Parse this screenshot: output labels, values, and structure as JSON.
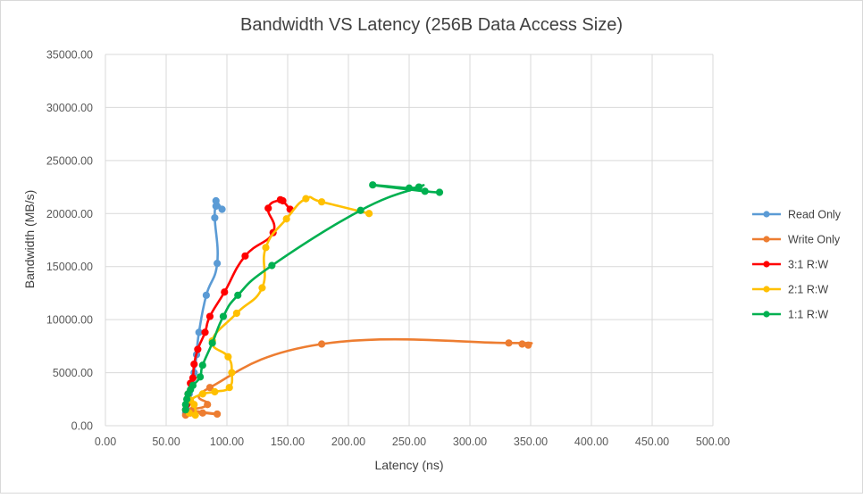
{
  "chart_data": {
    "type": "scatter",
    "title": "Bandwidth VS Latency (256B Data Access Size)",
    "xlabel": "Latency (ns)",
    "ylabel": "Bandwidth (MB/s)",
    "xlim": [
      0,
      500
    ],
    "ylim": [
      0,
      35000
    ],
    "x_ticks": [
      "0.00",
      "50.00",
      "100.00",
      "150.00",
      "200.00",
      "250.00",
      "300.00",
      "350.00",
      "400.00",
      "450.00",
      "500.00"
    ],
    "y_ticks": [
      "0.00",
      "5000.00",
      "10000.00",
      "15000.00",
      "20000.00",
      "25000.00",
      "30000.00",
      "35000.00"
    ],
    "grid": true,
    "legend_position": "right",
    "series": [
      {
        "name": "Read Only",
        "color": "#5B9BD5",
        "points": [
          [
            66,
            1200
          ],
          [
            67,
            1500
          ],
          [
            68,
            2200
          ],
          [
            69,
            3000
          ],
          [
            71,
            4000
          ],
          [
            73,
            5000
          ],
          [
            75,
            6700
          ],
          [
            77,
            8800
          ],
          [
            83,
            12300
          ],
          [
            92,
            15300
          ],
          [
            90,
            19600
          ],
          [
            91,
            20700
          ],
          [
            91,
            21200
          ],
          [
            96,
            20400
          ]
        ]
      },
      {
        "name": "Write Only",
        "color": "#ED7D31",
        "points": [
          [
            66,
            1000
          ],
          [
            70,
            1200
          ],
          [
            80,
            1200
          ],
          [
            92,
            1100
          ],
          [
            72,
            1500
          ],
          [
            84,
            2000
          ],
          [
            86,
            3600
          ],
          [
            178,
            7700
          ],
          [
            332,
            7800
          ],
          [
            343,
            7700
          ],
          [
            348,
            7600
          ]
        ]
      },
      {
        "name": "3:1 R:W",
        "color": "#FF0000",
        "points": [
          [
            66,
            1500
          ],
          [
            67,
            2000
          ],
          [
            68,
            2500
          ],
          [
            68,
            3000
          ],
          [
            70,
            4000
          ],
          [
            72,
            4500
          ],
          [
            73,
            5800
          ],
          [
            76,
            7200
          ],
          [
            82,
            8800
          ],
          [
            86,
            10300
          ],
          [
            98,
            12600
          ],
          [
            115,
            16000
          ],
          [
            138,
            18200
          ],
          [
            134,
            20500
          ],
          [
            144,
            21300
          ],
          [
            146,
            21200
          ],
          [
            152,
            20400
          ]
        ]
      },
      {
        "name": "2:1 R:W",
        "color": "#FFC000",
        "points": [
          [
            69,
            1200
          ],
          [
            74,
            1000
          ],
          [
            73,
            2000
          ],
          [
            70,
            2400
          ],
          [
            80,
            3000
          ],
          [
            90,
            3200
          ],
          [
            102,
            3600
          ],
          [
            104,
            5000
          ],
          [
            101,
            6500
          ],
          [
            88,
            8000
          ],
          [
            108,
            10600
          ],
          [
            129,
            13000
          ],
          [
            132,
            16800
          ],
          [
            149,
            19500
          ],
          [
            165,
            21400
          ],
          [
            178,
            21100
          ],
          [
            217,
            20000
          ]
        ]
      },
      {
        "name": "1:1 R:W",
        "color": "#00B050",
        "points": [
          [
            66,
            1500
          ],
          [
            66,
            2000
          ],
          [
            67,
            2500
          ],
          [
            68,
            3000
          ],
          [
            70,
            3400
          ],
          [
            72,
            3800
          ],
          [
            78,
            4600
          ],
          [
            80,
            5700
          ],
          [
            88,
            7800
          ],
          [
            97,
            10300
          ],
          [
            109,
            12300
          ],
          [
            137,
            15100
          ],
          [
            210,
            20300
          ],
          [
            258,
            22500
          ],
          [
            250,
            22400
          ],
          [
            220,
            22700
          ],
          [
            263,
            22100
          ],
          [
            275,
            22000
          ]
        ]
      }
    ]
  }
}
